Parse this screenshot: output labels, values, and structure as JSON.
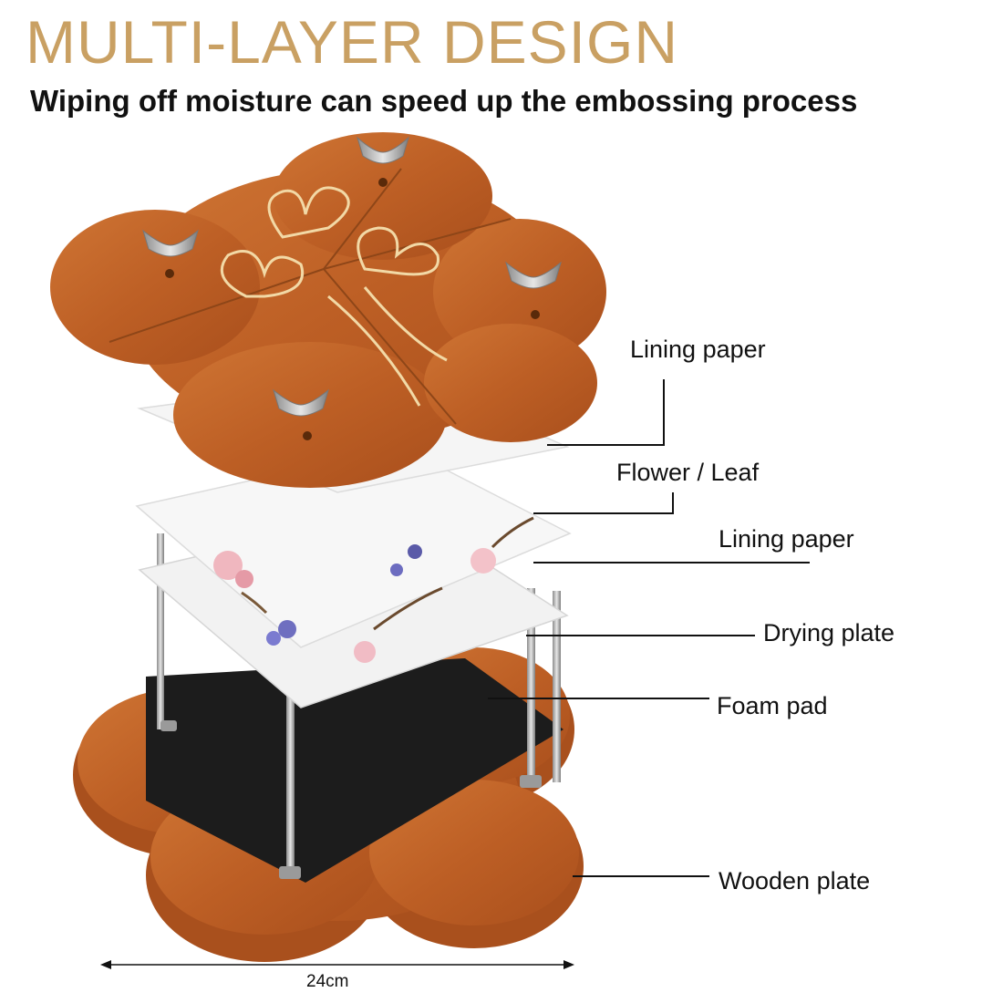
{
  "header": {
    "title": "MULTI-LAYER DESIGN",
    "subtitle": "Wiping off moisture can speed up the embossing process"
  },
  "callouts": [
    {
      "id": "lining-top",
      "text": "Lining paper"
    },
    {
      "id": "flower-leaf",
      "text": "Flower / Leaf"
    },
    {
      "id": "lining-bottom",
      "text": "Lining paper"
    },
    {
      "id": "drying-plate",
      "text": "Drying plate"
    },
    {
      "id": "foam-pad",
      "text": "Foam pad"
    },
    {
      "id": "wooden-plate",
      "text": "Wooden plate"
    }
  ],
  "dimension": {
    "text": "24cm"
  },
  "colors": {
    "title": "#c9a063",
    "wood": "#c0652a",
    "wood_dark": "#9e4e1c",
    "engraving": "#f2d9a6",
    "foam": "#1c1c1c",
    "paper": "#f4f4f4"
  }
}
